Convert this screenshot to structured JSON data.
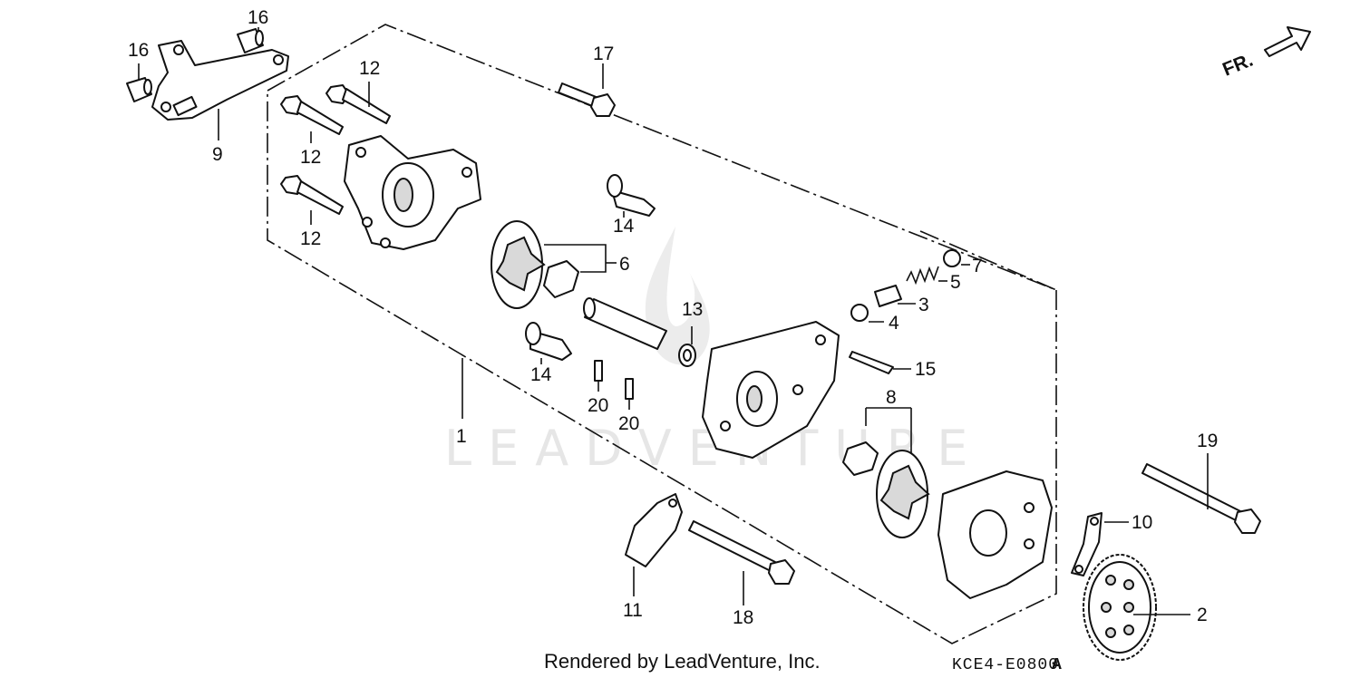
{
  "watermark": "LEADVENTURE",
  "footer": {
    "rendered_by": "Rendered by LeadVenture, Inc.",
    "diagram_code": "KCE4-E0800",
    "diagram_suffix": "A"
  },
  "front_arrow_label": "FR.",
  "callouts": {
    "c1": "1",
    "c2": "2",
    "c3": "3",
    "c4": "4",
    "c5": "5",
    "c6": "6",
    "c7": "7",
    "c8": "8",
    "c9": "9",
    "c10": "10",
    "c11": "11",
    "c12a": "12",
    "c12b": "12",
    "c12c": "12",
    "c13": "13",
    "c14a": "14",
    "c14b": "14",
    "c15": "15",
    "c16a": "16",
    "c16b": "16",
    "c17": "17",
    "c18": "18",
    "c19": "19",
    "c20a": "20",
    "c20b": "20"
  }
}
